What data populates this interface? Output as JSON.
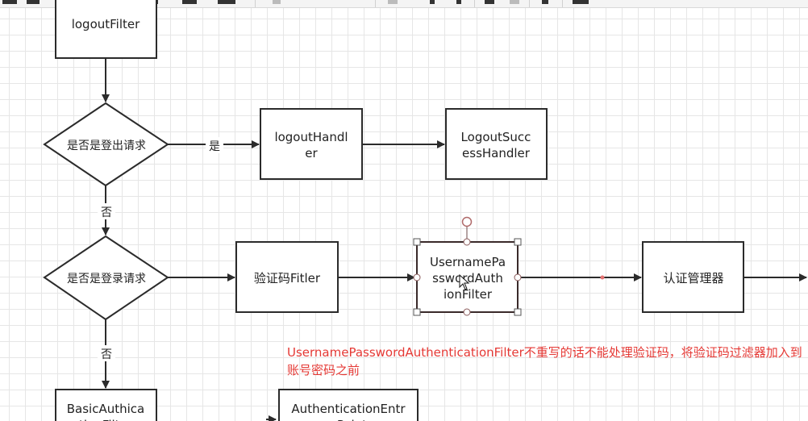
{
  "nodes": {
    "logout_filter": "logoutFilter",
    "is_logout_request": "是否是登出请求",
    "logout_handler": [
      "logoutHandl",
      "er"
    ],
    "logout_success_handler": [
      "LogoutSucc",
      "essHandler"
    ],
    "is_login_request": "是否是登录请求",
    "captcha_filter": "验证码Fitler",
    "username_password_filter": [
      "UsernamePa",
      "sswordAuth",
      "ionFilter"
    ],
    "auth_manager": "认证管理器",
    "basic_auth_filter": [
      "BasicAuthica",
      "tionFilter"
    ],
    "auth_entry_point": [
      "AuthenticationEntr",
      "yPoint"
    ]
  },
  "edge_labels": {
    "yes": "是",
    "no_1": "否",
    "no_2": "否"
  },
  "note": "UsernamePasswordAuthenticationFilter不重写的话不能处理验证码，将验证码过滤器加入到账号密码之前",
  "colors": {
    "stroke": "#2b2b2b",
    "note": "#e53935",
    "selection": "#6b4848"
  }
}
